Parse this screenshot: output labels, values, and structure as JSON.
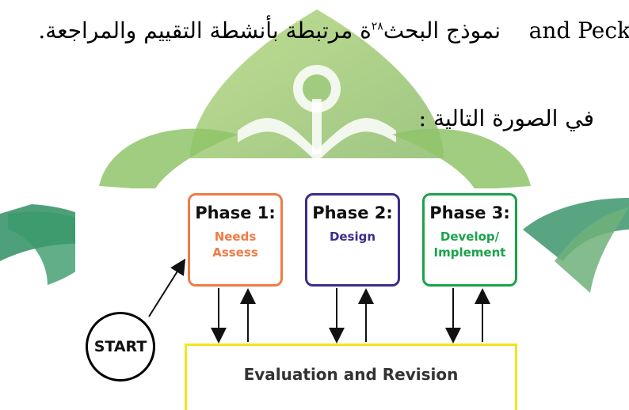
{
  "text": {
    "line1_arabic": "ة مرتبطة بأنشطة التقييم والمراجعة.",
    "footnote_ref": "٢٨",
    "line1_tail_arabic": "نموذج البحث",
    "line1_latin": "and Peck",
    "line2_arabic": "في الصورة التالية :"
  },
  "diagram": {
    "start_label": "START",
    "phases": [
      {
        "title": "Phase 1:",
        "subtitle": "Needs\nAssess",
        "color": "#ef7b45"
      },
      {
        "title": "Phase 2:",
        "subtitle": "Design",
        "color": "#3a2e8c"
      },
      {
        "title": "Phase 3:",
        "subtitle": "Develop/\nImplement",
        "color": "#1aa34a"
      }
    ],
    "evaluation_label": "Evaluation and Revision",
    "evaluation_color": "#f2e61c"
  },
  "watermark": {
    "colors": [
      "#9fca69",
      "#2f8f63",
      "#6fb07a"
    ],
    "icon": "institution-logo-watermark"
  }
}
